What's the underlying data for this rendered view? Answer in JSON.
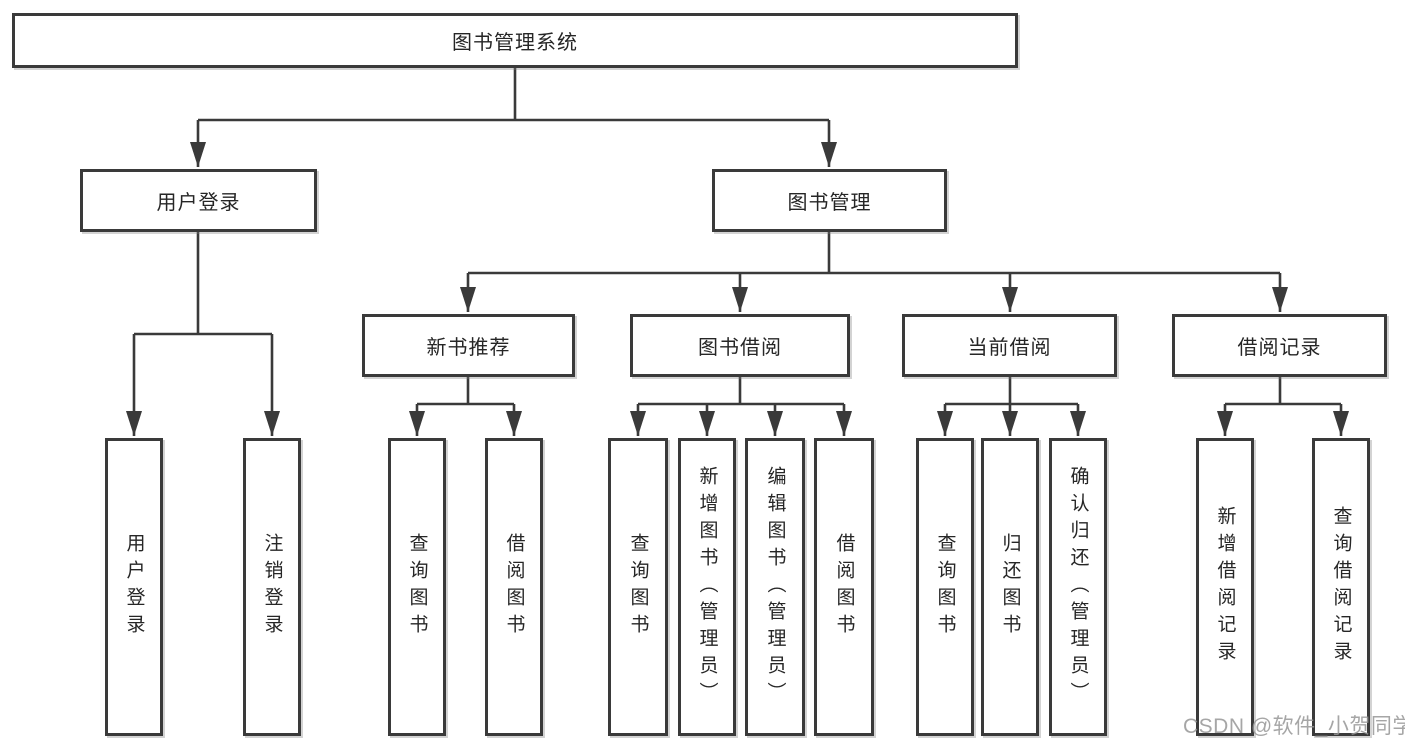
{
  "diagram": {
    "root": "图书管理系统",
    "level2": [
      "用户登录",
      "图书管理"
    ],
    "level3": [
      "新书推荐",
      "图书借阅",
      "当前借阅",
      "借阅记录"
    ],
    "leaves": [
      "用户登录",
      "注销登录",
      "查询图书",
      "借阅图书",
      "查询图书",
      "新增图书（管理员）",
      "编辑图书（管理员）",
      "借阅图书",
      "查询图书",
      "归还图书",
      "确认归还（管理员）",
      "新增借阅记录",
      "查询借阅记录"
    ]
  },
  "colors": {
    "line": "#3a3a3a",
    "border": "#3a3a3a",
    "text": "#262626",
    "watermark": "#969696",
    "background": "#ffffff"
  },
  "watermark": {
    "text": "CSDN @软件_小贺同学"
  }
}
